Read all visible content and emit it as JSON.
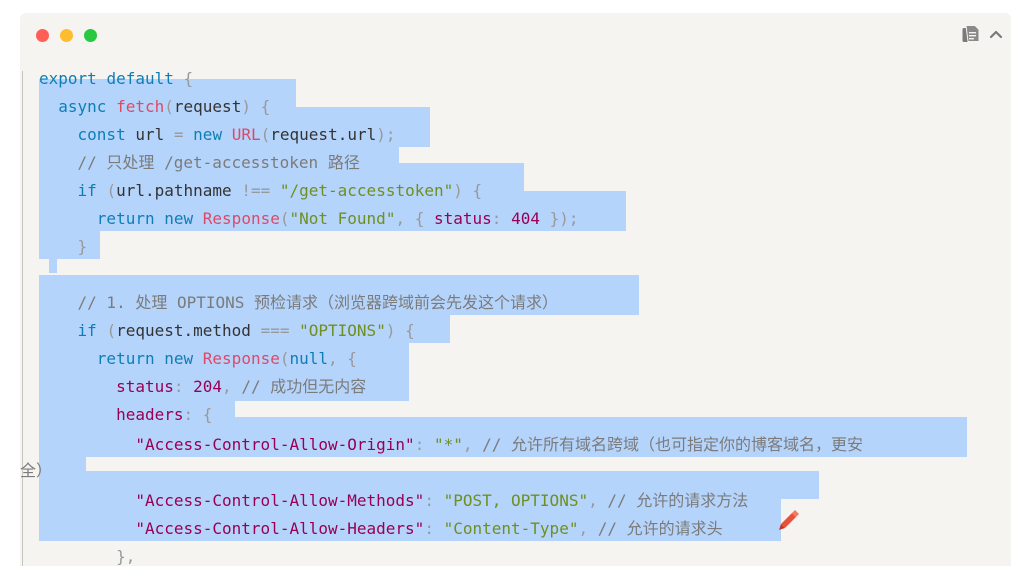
{
  "toolbar": {
    "copy_icon": "copy-icon",
    "collapse_icon": "chevron-up-icon"
  },
  "colors": {
    "selection": "#b5d4fb",
    "keyword": "#0d7fb6",
    "function": "#dd4a68",
    "string": "#6f8f1f",
    "number": "#990055"
  },
  "code": {
    "l1": {
      "kw1": "export",
      "kw2": "default",
      "pun": "{"
    },
    "l2": {
      "kw": "async",
      "fn": "fetch",
      "pun1": "(",
      "txt": "request",
      "pun2": ") {"
    },
    "l3": {
      "kw1": "const",
      "txt1": "url",
      "op": "=",
      "kw2": "new",
      "fn": "URL",
      "pun1": "(",
      "txt2": "request.url",
      "pun2": ");"
    },
    "l4": {
      "cmt": "// 只处理 /get-accesstoken 路径"
    },
    "l5": {
      "kw": "if",
      "pun1": "(",
      "txt": "url.pathname",
      "op": "!==",
      "str": "\"/get-accesstoken\"",
      "pun2": ") {"
    },
    "l6": {
      "kw1": "return",
      "kw2": "new",
      "fn": "Response",
      "pun1": "(",
      "str": "\"Not Found\"",
      "pun2": ", {",
      "prop": "status",
      "colon": ":",
      "num": "404",
      "pun3": "});"
    },
    "l7": {
      "pun": "}"
    },
    "l9": {
      "cmt": "// 1. 处理 OPTIONS 预检请求（浏览器跨域前会先发这个请求）"
    },
    "l10": {
      "kw": "if",
      "pun1": "(",
      "txt": "request.method",
      "op": "===",
      "str": "\"OPTIONS\"",
      "pun2": ") {"
    },
    "l11": {
      "kw1": "return",
      "kw2": "new",
      "fn": "Response",
      "pun1": "(",
      "kw3": "null",
      "pun2": ", {"
    },
    "l12": {
      "prop": "status",
      "colon": ":",
      "num": "204",
      "pun": ",",
      "cmt": "// 成功但无内容"
    },
    "l13": {
      "prop": "headers",
      "pun": ": {"
    },
    "l14": {
      "key": "\"Access-Control-Allow-Origin\"",
      "colon": ":",
      "str": "\"*\"",
      "pun": ",",
      "cmt": "// 允许所有域名跨域（也可指定你的博客域名，更安"
    },
    "l15": {
      "cmt": "全）"
    },
    "l16": {
      "key": "\"Access-Control-Allow-Methods\"",
      "colon": ":",
      "str": "\"POST, OPTIONS\"",
      "pun": ",",
      "cmt": "// 允许的请求方法"
    },
    "l17": {
      "key": "\"Access-Control-Allow-Headers\"",
      "colon": ":",
      "str": "\"Content-Type\"",
      "pun": ",",
      "cmt": "// 允许的请求头"
    },
    "l18": {
      "pun": "},"
    }
  }
}
